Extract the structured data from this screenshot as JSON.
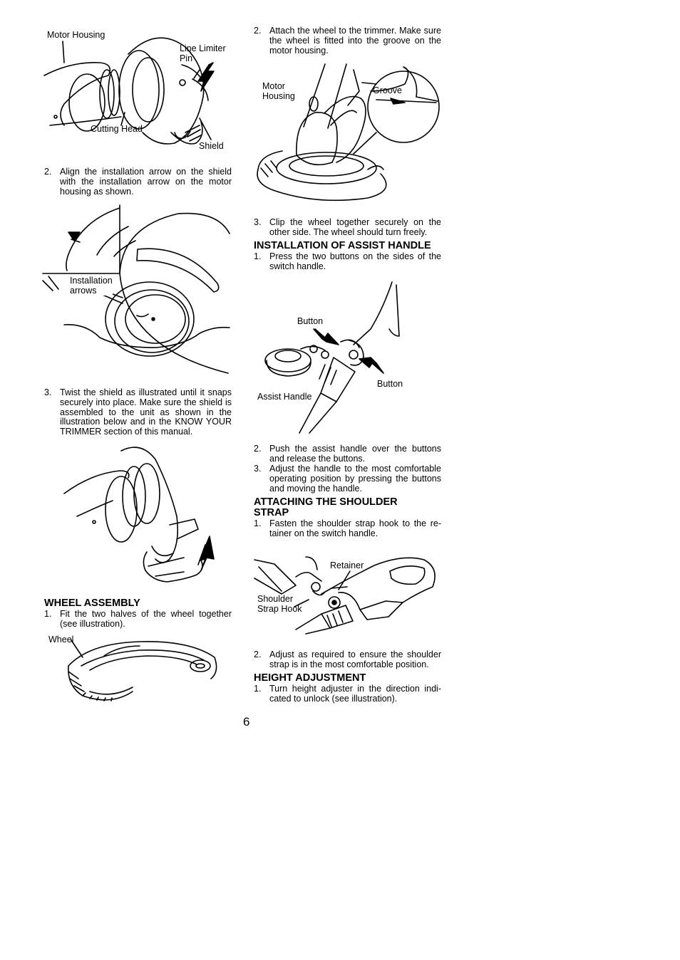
{
  "left": {
    "fig1": {
      "motor_housing": "Motor Housing",
      "line_limiter_pin": "Line Limiter\nPin",
      "cutting_head": "Cutting Head",
      "shield": "Shield"
    },
    "step2": {
      "num": "2.",
      "text": "Align the installation arrow on the shield with the installation arrow on the motor housing as shown."
    },
    "fig2": {
      "installation_arrows": "Installation\narrows"
    },
    "step3": {
      "num": "3.",
      "text": "Twist the shield as illustrated until it snaps securely into place.  Make sure the shield is assembled to the unit as shown in the illustration below and in the KNOW YOUR TRIMMER section of this manual."
    },
    "wheel_assembly": {
      "heading": "WHEEL ASSEMBLY",
      "step1": {
        "num": "1.",
        "text": "Fit the two halves of the wheel together (see illustration)."
      },
      "wheel_label": "Wheel"
    }
  },
  "right": {
    "step2": {
      "num": "2.",
      "text": "Attach the wheel to the trimmer. Make sure the wheel is fitted into the groove on the motor housing."
    },
    "fig_wheel": {
      "motor_housing": "Motor\nHousing",
      "groove": "Groove"
    },
    "step3": {
      "num": "3.",
      "text": "Clip the wheel together securely on the other side. The wheel should turn freely."
    },
    "assist_handle": {
      "heading": "INSTALLATION OF ASSIST HANDLE",
      "step1": {
        "num": "1.",
        "text": "Press the two buttons on the sides of the switch handle."
      },
      "button_label_top": "Button",
      "button_label_bottom": "Button",
      "assist_handle_label": "Assist Handle",
      "step2": {
        "num": "2.",
        "text": "Push the assist handle over the buttons and release the buttons."
      },
      "step3": {
        "num": "3.",
        "text": "Adjust the handle to the most comfortable operating position by pressing the buttons and moving the handle."
      }
    },
    "shoulder_strap": {
      "heading": "ATTACHING THE SHOULDER\nSTRAP",
      "step1": {
        "num": "1.",
        "text": "Fasten the shoulder strap hook to the re-tainer on the switch handle."
      },
      "retainer": "Retainer",
      "strap_hook": "Shoulder\nStrap Hook",
      "step2": {
        "num": "2.",
        "text": "Adjust as required to ensure the shoulder strap is in the most comfortable position."
      }
    },
    "height_adjustment": {
      "heading": "HEIGHT ADJUSTMENT",
      "step1": {
        "num": "1.",
        "text": "Turn height adjuster in the direction indi-cated to unlock (see illustration)."
      }
    }
  },
  "page_number": "6"
}
